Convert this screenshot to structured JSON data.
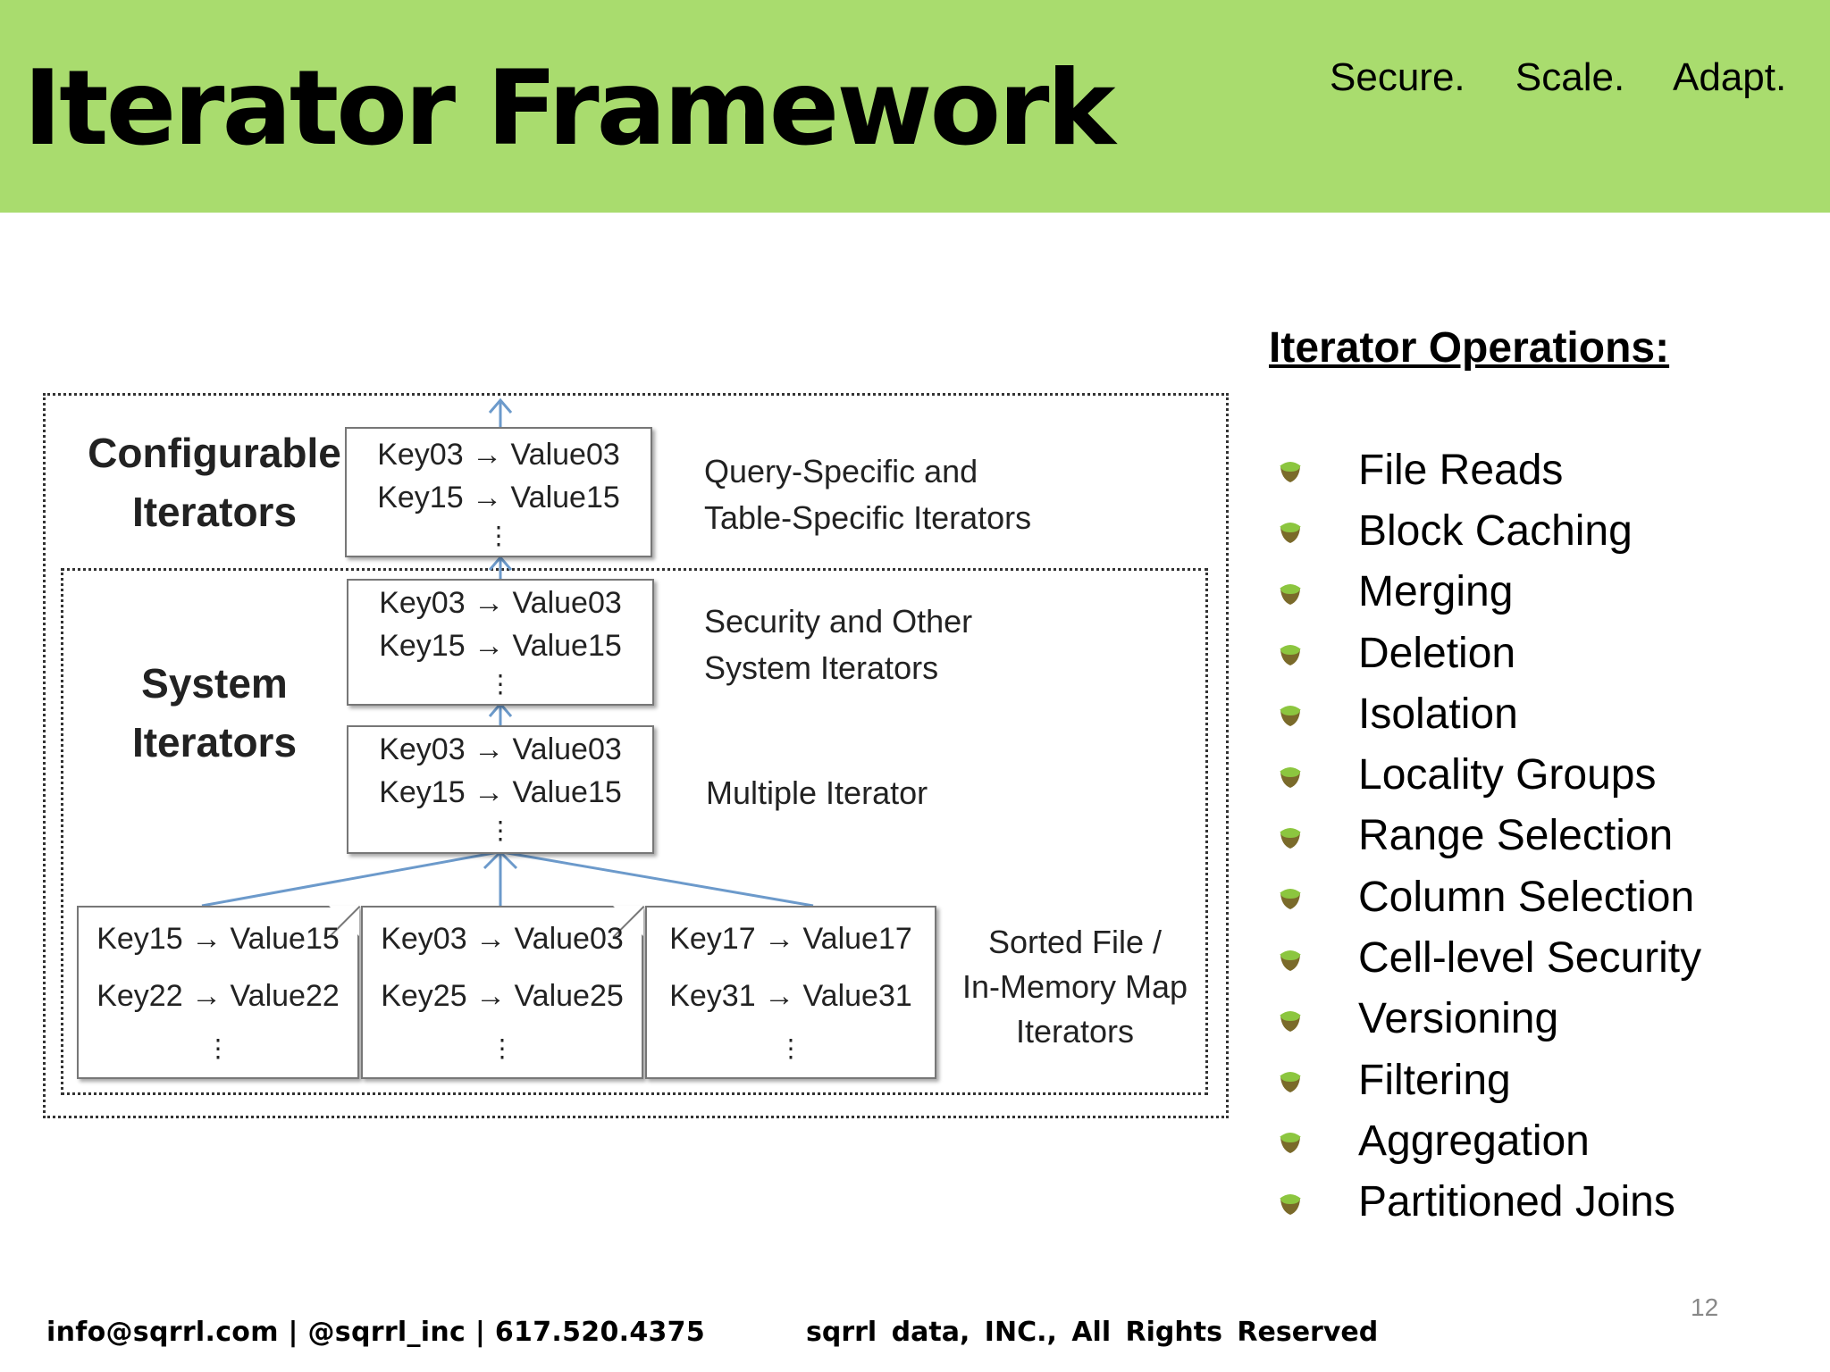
{
  "header": {
    "title": "Iterator  Framework",
    "taglines": [
      "Secure.",
      "Scale.",
      "Adapt."
    ],
    "color": "#a9dc6e"
  },
  "diagram": {
    "configurable_label": [
      "Configurable",
      "Iterators"
    ],
    "system_label": [
      "System",
      "Iterators"
    ],
    "configurable_box": {
      "rows": [
        "Key03 → Value03",
        "Key15 → Value15"
      ],
      "dots": "⋮"
    },
    "security_box": {
      "rows": [
        "Key03 → Value03",
        "Key15 → Value15"
      ],
      "dots": "⋮"
    },
    "multiple_box": {
      "rows": [
        "Key03 → Value03",
        "Key15 → Value15"
      ],
      "dots": "⋮"
    },
    "file_boxes": [
      {
        "rows": [
          "Key15 → Value15",
          "Key22 → Value22"
        ],
        "dots": "⋮"
      },
      {
        "rows": [
          "Key03 → Value03",
          "Key25 → Value25"
        ],
        "dots": "⋮"
      },
      {
        "rows": [
          "Key17 → Value17",
          "Key31 → Value31"
        ],
        "dots": "⋮"
      }
    ],
    "descriptions": {
      "query": [
        "Query-Specific and",
        "Table-Specific Iterators"
      ],
      "security": [
        "Security and Other",
        "System Iterators"
      ],
      "multiple": "Multiple Iterator",
      "sorted": [
        "Sorted File /",
        "In-Memory Map",
        "Iterators"
      ]
    },
    "arrow_color": "#6c9acb"
  },
  "operations": {
    "title": "Iterator Operations:",
    "items": [
      "File Reads",
      "Block Caching",
      "Merging",
      "Deletion",
      "Isolation",
      "Locality Groups",
      "Range Selection",
      "Column Selection",
      "Cell-level Security",
      "Versioning",
      "Filtering",
      "Aggregation",
      "Partitioned Joins"
    ]
  },
  "footer": {
    "contact": "info@sqrrl.com  |  @sqrrl_inc  |  617.520.4375",
    "rights": "sqrrl data, INC.,   All Rights Reserved",
    "page": "12"
  }
}
